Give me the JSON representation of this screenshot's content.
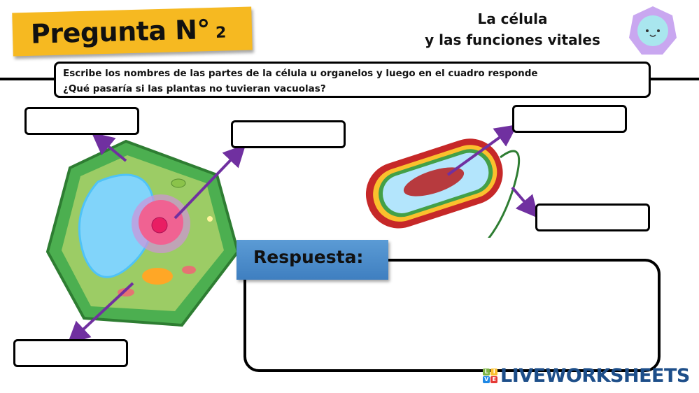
{
  "header": {
    "title": "Pregunta N°",
    "number": "2",
    "topic_line1": "La célula",
    "topic_line2": "y las funciones vitales"
  },
  "instructions": {
    "line1": "Escribe los nombres de las partes de la célula u organelos y luego en el cuadro responde",
    "line2": "¿Qué pasaría si las plantas no tuvieran vacuolas?"
  },
  "answer_section": {
    "label": "Respuesta:"
  },
  "label_inputs": [
    {
      "value": ""
    },
    {
      "value": ""
    },
    {
      "value": ""
    },
    {
      "value": ""
    },
    {
      "value": ""
    }
  ],
  "footer": {
    "brand": "LIVEWORKSHEETS",
    "logo_letters": [
      "L",
      "I",
      "V",
      "E"
    ]
  },
  "colors": {
    "banner": "#f6b921",
    "respuesta": "#5b9bd5",
    "arrow": "#7030a0",
    "brand": "#1d4e89"
  }
}
